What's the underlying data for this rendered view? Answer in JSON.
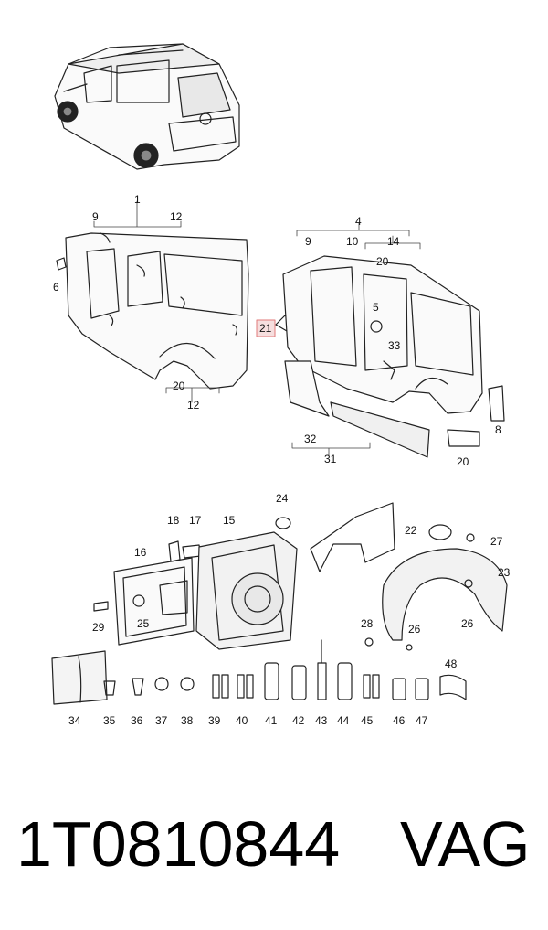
{
  "callouts": {
    "c1": "1",
    "c9a": "9",
    "c12a": "12",
    "c6": "6",
    "c20a": "20",
    "c12b": "12",
    "c21": "21",
    "c4": "4",
    "c9b": "9",
    "c10": "10",
    "c14": "14",
    "c20b": "20",
    "c5": "5",
    "c33": "33",
    "c8": "8",
    "c32": "32",
    "c31": "31",
    "c20c": "20",
    "c24": "24",
    "c18": "18",
    "c17": "17",
    "c15": "15",
    "c16": "16",
    "c29": "29",
    "c25": "25",
    "c22": "22",
    "c27": "27",
    "c23": "23",
    "c28": "28",
    "c26a": "26",
    "c26b": "26",
    "c34": "34",
    "c35": "35",
    "c36": "36",
    "c37": "37",
    "c38": "38",
    "c39": "39",
    "c40": "40",
    "c41": "41",
    "c42": "42",
    "c43": "43",
    "c44": "44",
    "c45": "45",
    "c46": "46",
    "c47": "47",
    "c48": "48"
  },
  "highlight_color": "#e07a7a",
  "footer": {
    "part_number": "1T0810844",
    "brand": "VAG"
  }
}
